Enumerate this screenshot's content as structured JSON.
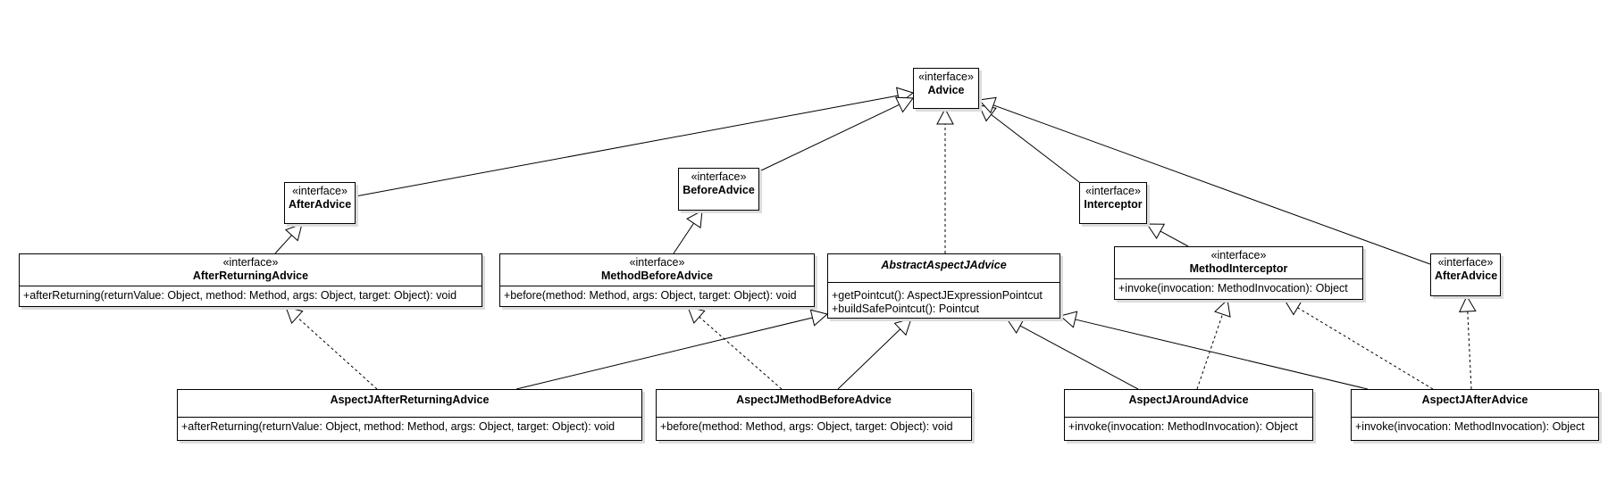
{
  "stereotype": "«interface»",
  "classes": {
    "advice": {
      "name": "Advice"
    },
    "after_advice_top": {
      "name": "AfterAdvice"
    },
    "before_advice": {
      "name": "BeforeAdvice"
    },
    "interceptor": {
      "name": "Interceptor"
    },
    "after_returning_advice": {
      "name": "AfterReturningAdvice",
      "ops": [
        "+afterReturning(returnValue: Object, method: Method, args: Object, target: Object): void"
      ]
    },
    "method_before_advice": {
      "name": "MethodBeforeAdvice",
      "ops": [
        "+before(method: Method, args: Object, target: Object): void"
      ]
    },
    "abstract_aspectj_advice": {
      "name": "AbstractAspectJAdvice",
      "ops": [
        "+getPointcut(): AspectJExpressionPointcut",
        "+buildSafePointcut(): Pointcut"
      ]
    },
    "method_interceptor": {
      "name": "MethodInterceptor",
      "ops": [
        "+invoke(invocation: MethodInvocation): Object"
      ]
    },
    "after_advice_right": {
      "name": "AfterAdvice"
    },
    "aspectj_after_returning_advice": {
      "name": "AspectJAfterReturningAdvice",
      "ops": [
        "+afterReturning(returnValue: Object, method: Method, args: Object, target: Object): void"
      ]
    },
    "aspectj_method_before_advice": {
      "name": "AspectJMethodBeforeAdvice",
      "ops": [
        "+before(method: Method, args: Object, target: Object): void"
      ]
    },
    "aspectj_around_advice": {
      "name": "AspectJAroundAdvice",
      "ops": [
        "+invoke(invocation: MethodInvocation): Object"
      ]
    },
    "aspectj_after_advice": {
      "name": "AspectJAfterAdvice",
      "ops": [
        "+invoke(invocation: MethodInvocation): Object"
      ]
    }
  },
  "relations": [
    {
      "from": "after_advice_top",
      "to": "advice",
      "kind": "generalization"
    },
    {
      "from": "before_advice",
      "to": "advice",
      "kind": "generalization"
    },
    {
      "from": "abstract_aspectj_advice",
      "to": "advice",
      "kind": "realization"
    },
    {
      "from": "interceptor",
      "to": "advice",
      "kind": "generalization"
    },
    {
      "from": "after_advice_right",
      "to": "advice",
      "kind": "generalization"
    },
    {
      "from": "after_returning_advice",
      "to": "after_advice_top",
      "kind": "generalization"
    },
    {
      "from": "method_before_advice",
      "to": "before_advice",
      "kind": "generalization"
    },
    {
      "from": "method_interceptor",
      "to": "interceptor",
      "kind": "generalization"
    },
    {
      "from": "aspectj_after_returning_advice",
      "to": "after_returning_advice",
      "kind": "realization"
    },
    {
      "from": "aspectj_after_returning_advice",
      "to": "abstract_aspectj_advice",
      "kind": "generalization"
    },
    {
      "from": "aspectj_method_before_advice",
      "to": "method_before_advice",
      "kind": "realization"
    },
    {
      "from": "aspectj_method_before_advice",
      "to": "abstract_aspectj_advice",
      "kind": "generalization"
    },
    {
      "from": "aspectj_around_advice",
      "to": "abstract_aspectj_advice",
      "kind": "generalization"
    },
    {
      "from": "aspectj_around_advice",
      "to": "method_interceptor",
      "kind": "realization"
    },
    {
      "from": "aspectj_after_advice",
      "to": "abstract_aspectj_advice",
      "kind": "generalization"
    },
    {
      "from": "aspectj_after_advice",
      "to": "method_interceptor",
      "kind": "realization"
    },
    {
      "from": "aspectj_after_advice",
      "to": "after_advice_right",
      "kind": "realization"
    }
  ]
}
